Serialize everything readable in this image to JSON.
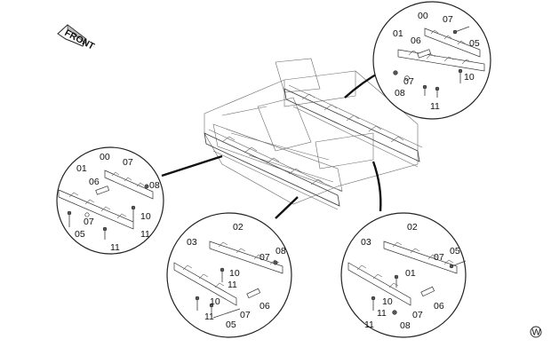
{
  "front_label": "FRONT",
  "corner_mark": "W",
  "callouts": [
    {
      "id": "top-right",
      "labels": [
        "00",
        "07",
        "01",
        "06",
        "05",
        "07",
        "08",
        "10",
        "11"
      ]
    },
    {
      "id": "left",
      "labels": [
        "00",
        "07",
        "01",
        "06",
        "08",
        "07",
        "10",
        "05",
        "11",
        "11"
      ]
    },
    {
      "id": "bottom-center",
      "labels": [
        "02",
        "03",
        "07",
        "08",
        "10",
        "11",
        "10",
        "06",
        "11",
        "07",
        "05"
      ]
    },
    {
      "id": "bottom-right",
      "labels": [
        "02",
        "03",
        "07",
        "05",
        "01",
        "10",
        "11",
        "06",
        "07",
        "11",
        "08"
      ]
    }
  ]
}
